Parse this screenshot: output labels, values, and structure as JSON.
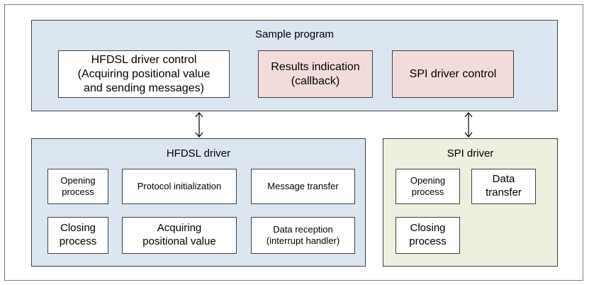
{
  "sample_program": {
    "title": "Sample program",
    "hfdsl_control": {
      "line1": "HFDSL driver control",
      "line2": "(Acquiring positional value",
      "line3": "and sending messages)"
    },
    "results": {
      "line1": "Results indication",
      "line2": "(callback)"
    },
    "spi_control": "SPI driver control"
  },
  "hfdsl_driver": {
    "title": "HFDSL driver",
    "opening": {
      "line1": "Opening",
      "line2": "process"
    },
    "protocol": "Protocol initialization",
    "message": "Message transfer",
    "closing": {
      "line1": "Closing",
      "line2": "process"
    },
    "acquiring": {
      "line1": "Acquiring",
      "line2": "positional value"
    },
    "reception": {
      "line1": "Data reception",
      "line2": "(interrupt handler)"
    }
  },
  "spi_driver": {
    "title": "SPI driver",
    "opening": {
      "line1": "Opening",
      "line2": "process"
    },
    "data_transfer": {
      "line1": "Data",
      "line2": "transfer"
    },
    "closing": {
      "line1": "Closing",
      "line2": "process"
    }
  },
  "colors": {
    "panel_blue": "#dce6f1",
    "panel_green": "#ebf1de",
    "box_pink": "#f2dcdb",
    "box_white": "#ffffff",
    "border": "#404040"
  }
}
